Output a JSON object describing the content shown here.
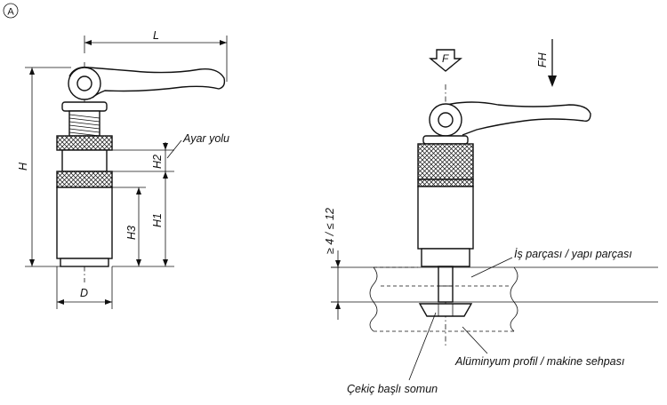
{
  "marker": "A",
  "dimensions": {
    "L": "L",
    "H": "H",
    "H1": "H1",
    "H2": "H2",
    "H3": "H3",
    "D": "D",
    "clamp_range": "≥ 4 / ≤ 12"
  },
  "forces": {
    "F": "F",
    "FH": "FH"
  },
  "labels": {
    "adjust_path": "Ayar yolu",
    "workpiece": "İş parçası / yapı parçası",
    "profile": "Alüminyum profil / makine sehpası",
    "t_nut": "Çekiç başlı somun"
  }
}
